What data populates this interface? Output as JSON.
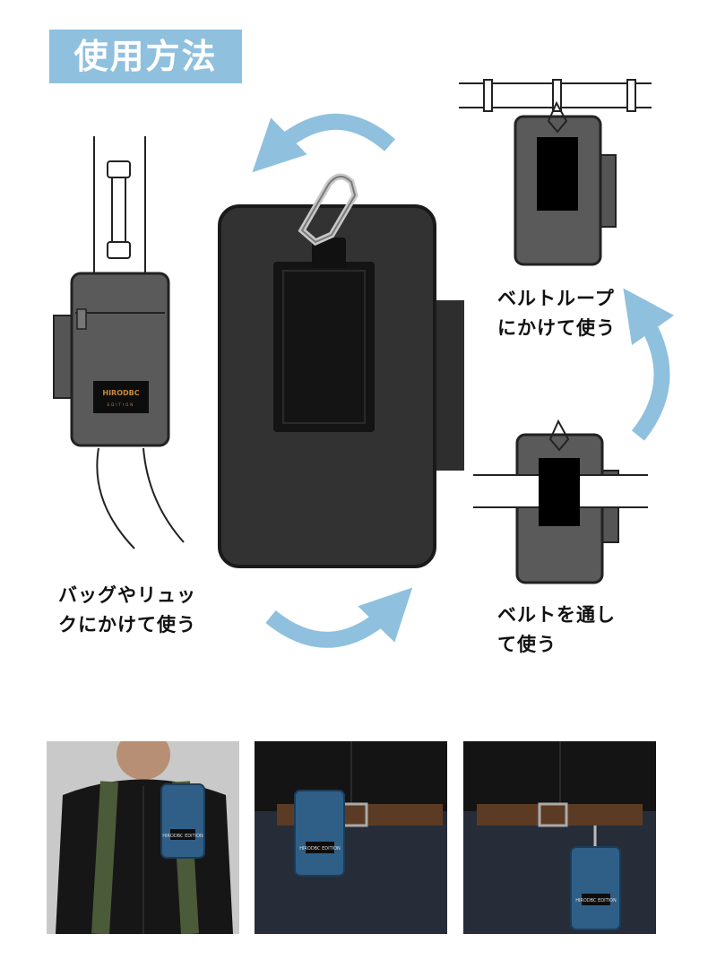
{
  "title": "使用方法",
  "captions": {
    "bag": [
      "バッグやリュッ",
      "クにかけて使う"
    ],
    "belt_loop": [
      "ベルトループ",
      "にかけて使う"
    ],
    "belt_through": [
      "ベルトを通し",
      "て使う"
    ]
  },
  "brand_logo": "HIRODBC EDITION",
  "colors": {
    "title_bg": "#8fc0de",
    "arrow": "#8fc0de",
    "pouch": "#3a3a3a",
    "photo_pouch": "#2f5f86"
  },
  "icons": [
    "rotate-arrow-top",
    "rotate-arrow-right",
    "rotate-arrow-bottom",
    "carabiner"
  ]
}
